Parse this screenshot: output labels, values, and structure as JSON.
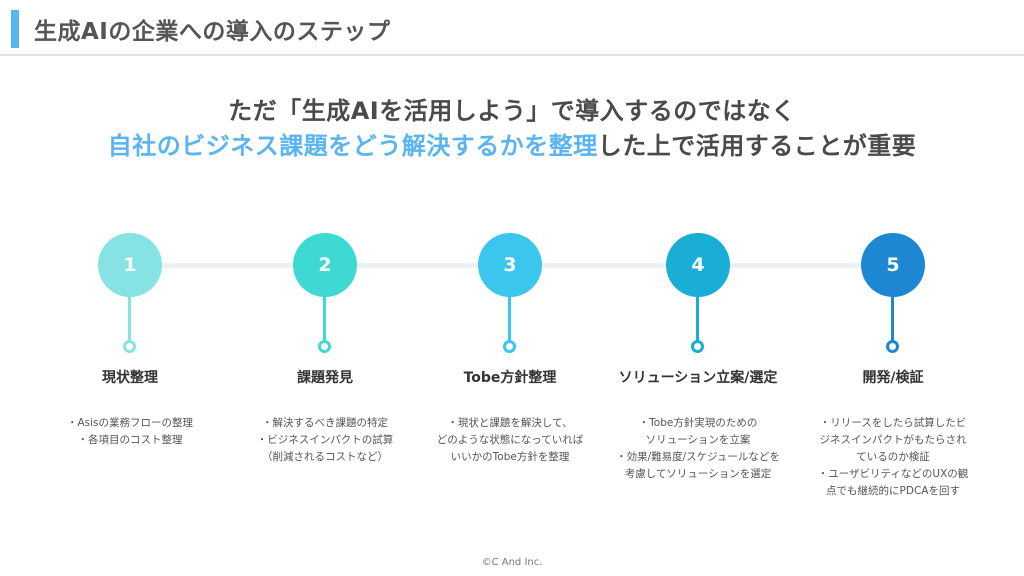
{
  "header": {
    "title": "生成AIの企業への導入のステップ",
    "accent_color": "#5ab4f0"
  },
  "lead": {
    "line1": "ただ「生成AIを活用しよう」で導入するのではなく",
    "line2_highlight_a": "自社のビジネス課題をどう解決するかを",
    "line2_highlight_b": "整理",
    "line2_rest": "した上で活用することが重要",
    "highlight_color": "#5ab4f0"
  },
  "steps": [
    {
      "number": "1",
      "label": "現状整理",
      "color": "#86e3e3",
      "description": "・Asisの業務フローの整理\n・各項目のコスト整理"
    },
    {
      "number": "2",
      "label": "課題発見",
      "color": "#3fd9d3",
      "description": "・解決するべき課題の特定\n・ビジネスインパクトの試算\n（削減されるコストなど）"
    },
    {
      "number": "3",
      "label": "Tobe方針整理",
      "color": "#3bc6ee",
      "description": "・現状と課題を解決して、\nどのような状態になっていれば\nいいかのTobe方針を整理"
    },
    {
      "number": "4",
      "label": "ソリューション立案/選定",
      "color": "#1aaed6",
      "description": "・Tobe方針実現のための\nソリューションを立案\n・効果/難易度/スケジュールなどを\n考慮してソリューションを選定"
    },
    {
      "number": "5",
      "label": "開発/検証",
      "color": "#1d87d3",
      "description": "・リリースをしたら試算したビ\nジネスインパクトがもたらされ\nているのか検証\n・ユーザビリティなどのUXの観\n点でも継続的にPDCAを回す"
    }
  ],
  "footer": {
    "copyright": "©C And Inc."
  }
}
